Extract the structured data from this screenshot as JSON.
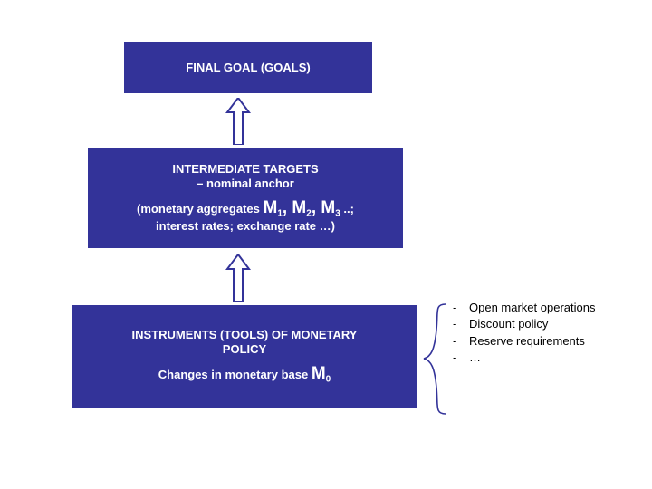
{
  "slide": {
    "background_color": "#ffffff",
    "box_color": "#333399",
    "box_text_color": "#ffffff",
    "text_color": "#000000"
  },
  "boxes": {
    "goal": {
      "lines": [
        "FINAL GOAL (GOALS)"
      ]
    },
    "targets": {
      "line1": "INTERMEDIATE TARGETS",
      "line2": "– nominal anchor",
      "line3_pre": "(monetary aggregates ",
      "line3_m1": "M",
      "line3_m1_sub": "1",
      "line3_sep1": ", M",
      "line3_m2_sub": "2",
      "line3_sep2": ", M",
      "line3_m3_sub": "3",
      "line3_post": " ..;",
      "line4": "interest rates; exchange rate …)"
    },
    "instruments": {
      "line1": "INSTRUMENTS (TOOLS) OF MONETARY",
      "line2": "POLICY",
      "line3_pre": "Changes in monetary base ",
      "line3_m": "M",
      "line3_m_sub": "0"
    }
  },
  "arrows": {
    "arrow_1_name": "up-arrow-instruments-to-targets",
    "arrow_2_name": "up-arrow-targets-to-goal"
  },
  "bullets": {
    "dash": "-",
    "items": [
      "Open market operations",
      "Discount policy",
      "Reserve requirements",
      "…"
    ]
  }
}
